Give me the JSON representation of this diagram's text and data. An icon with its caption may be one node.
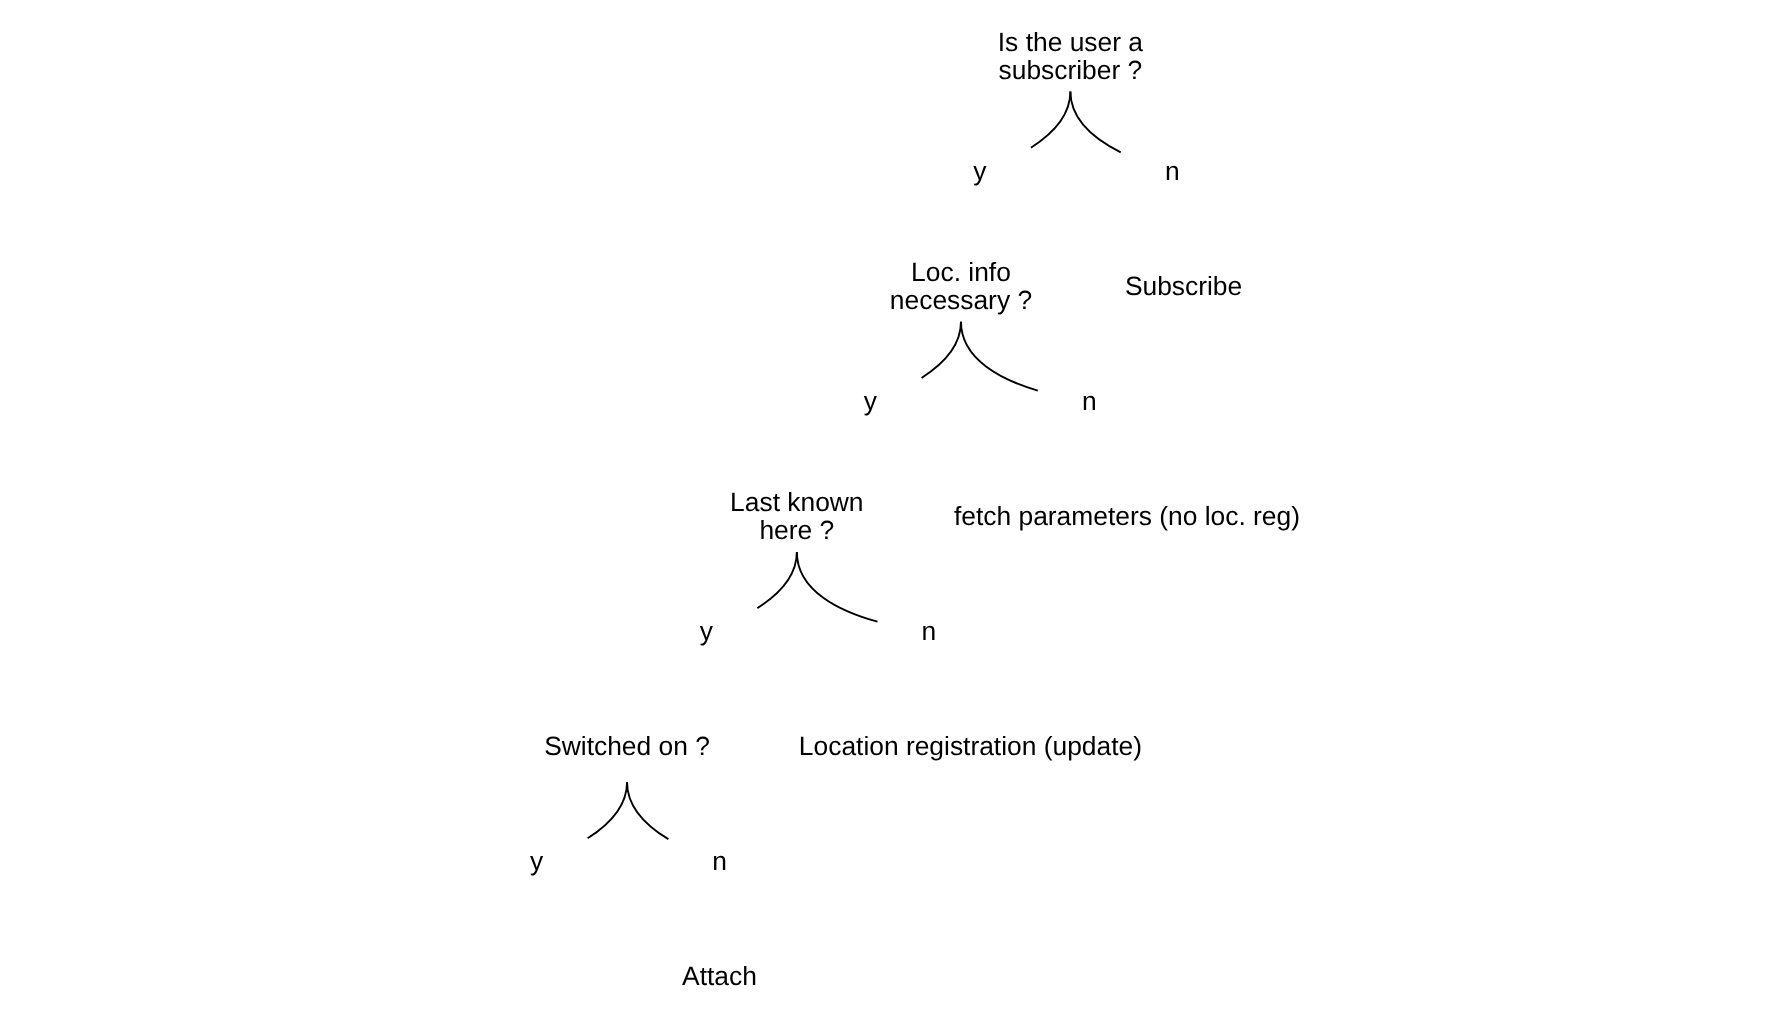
{
  "diagram": {
    "nodes": [
      {
        "text": [
          "Is the user a subscriber ?"
        ]
      },
      {
        "text": [
          "y"
        ]
      },
      {
        "text": [
          "n"
        ]
      },
      {
        "text": [
          "Loc. info necessary ?"
        ]
      },
      {
        "text": [
          "Subscribe"
        ]
      },
      {
        "text": [
          "y"
        ]
      },
      {
        "text": [
          "n"
        ]
      },
      {
        "text": [
          "Last known here ?"
        ]
      },
      {
        "text": [
          "fetch parameters (no loc. reg)"
        ]
      },
      {
        "text": [
          "y"
        ]
      },
      {
        "text": [
          "n"
        ]
      },
      {
        "text": [
          "Switched on ?"
        ]
      },
      {
        "text": [
          "Location registration (update)"
        ]
      },
      {
        "text": [
          "y"
        ]
      },
      {
        "text": [
          "n"
        ]
      },
      {
        "text": [
          "Attach"
        ]
      }
    ],
    "edges": [
      {
        "from": 0,
        "to": 1,
        "arrow": "none"
      },
      {
        "from": 0,
        "to": 2,
        "arrow": "none"
      },
      {
        "from": 3,
        "to": 5,
        "arrow": "none"
      },
      {
        "from": 3,
        "to": 6,
        "arrow": "none"
      },
      {
        "from": 7,
        "to": 9,
        "arrow": "none"
      },
      {
        "from": 7,
        "to": 10,
        "arrow": "none"
      },
      {
        "from": 11,
        "to": 13,
        "arrow": "none"
      },
      {
        "from": 11,
        "to": 14,
        "arrow": "none"
      }
    ]
  }
}
